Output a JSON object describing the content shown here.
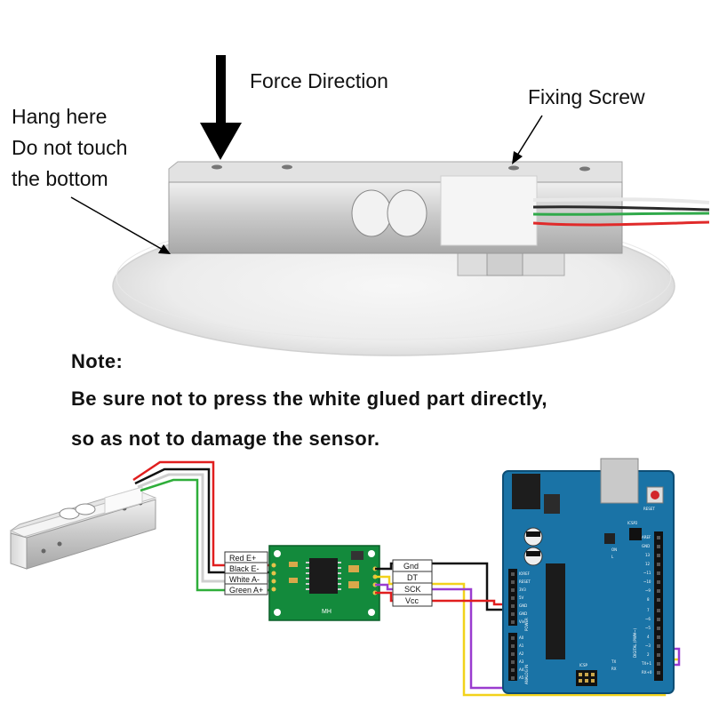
{
  "labels": {
    "force_direction": "Force Direction",
    "fixing_screw": "Fixing Screw",
    "hang_here": [
      "Hang here",
      "Do not touch",
      "the bottom"
    ]
  },
  "note": {
    "title": "Note:",
    "line1": "Be sure not to press the white glued part directly,",
    "line2": "so as not to damage the sensor."
  },
  "load_cell_wires": [
    "Red E+",
    "Black E-",
    "White A-",
    "Green A+"
  ],
  "module_pins": [
    "Gnd",
    "DT",
    "SCK",
    "Vcc"
  ],
  "module_marking": "MH",
  "board": {
    "header_labels": [
      "AREF",
      "GND",
      "13",
      "12",
      "~11",
      "~10",
      "~9",
      "8",
      "7",
      "~6",
      "~5",
      "4",
      "~3",
      "2",
      "TX+1",
      "RX+0"
    ],
    "power_labels": [
      "IOREF",
      "RESET",
      "3V3",
      "5V",
      "GND",
      "GND",
      "Vin"
    ],
    "analog_labels": [
      "A0",
      "A1",
      "A2",
      "A3",
      "A4",
      "A5"
    ],
    "markings": [
      "RESET",
      "ICSP",
      "ICSP2",
      "POWER",
      "ANALOG IN",
      "DIGITAL (PWM~)",
      "ON",
      "TX",
      "RX",
      "L"
    ]
  },
  "colors": {
    "red": "#e01e1e",
    "black": "#111111",
    "white_wire": "#d8d8d8",
    "green": "#2fae3a",
    "yellow": "#f2d21b",
    "purple": "#9a3ccf",
    "board": "#1a73a6",
    "module": "#138a3c"
  }
}
